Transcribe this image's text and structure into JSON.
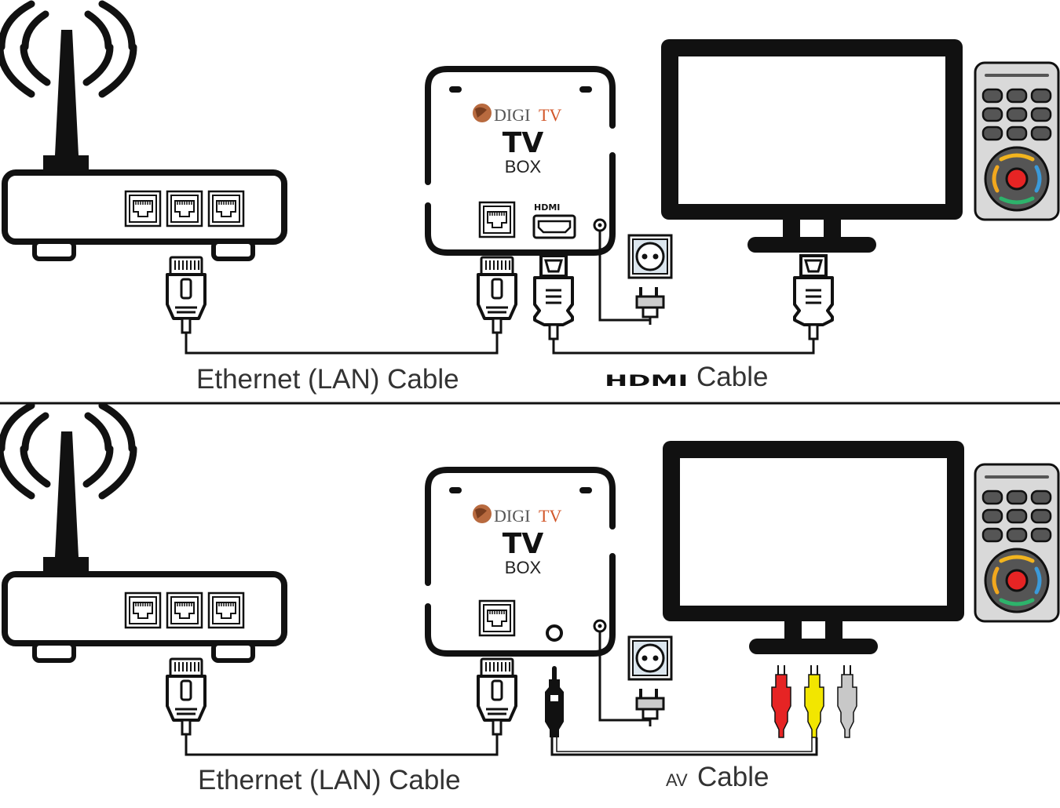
{
  "brand": {
    "logo_prefix": "DIGI",
    "logo_suffix": "TV",
    "product_main": "TV",
    "product_sub": "BOX",
    "hdmi_port_label": "HDMI"
  },
  "panels": [
    {
      "ethernet_label": "Ethernet (LAN) Cable",
      "output_prefix": "HDMI",
      "output_label": "Cable"
    },
    {
      "ethernet_label": "Ethernet (LAN) Cable",
      "output_prefix": "AV",
      "output_label": "Cable"
    }
  ],
  "colors": {
    "line": "#111111",
    "logo_orange": "#d2572a",
    "logo_globe": "#b86a3f",
    "remote_body": "#d9d9d9",
    "rca_red": "#e62424",
    "rca_yellow": "#f2e600",
    "rca_white": "#c8c8c8"
  }
}
